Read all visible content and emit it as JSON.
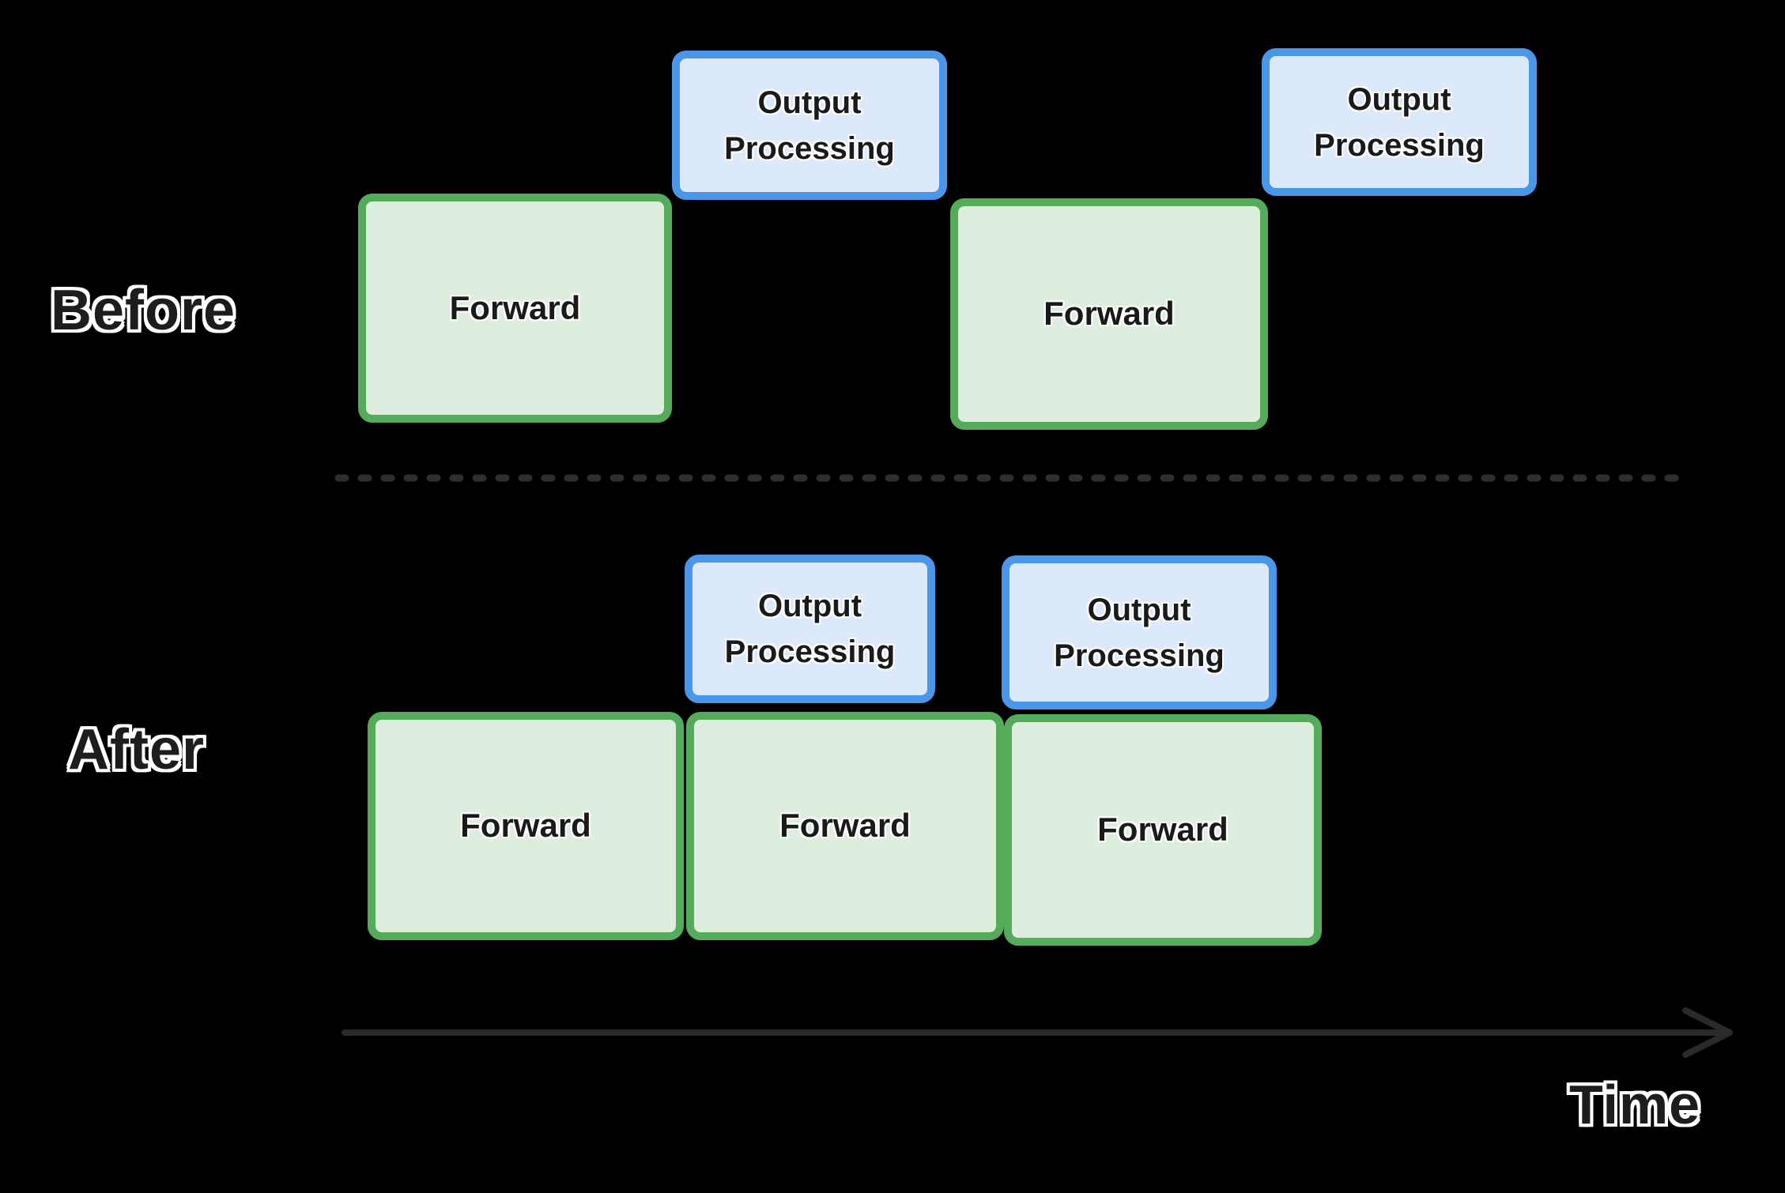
{
  "title": "Forward / Output Processing pipelining diagram",
  "colors": {
    "background": "#000000",
    "forward_fill": "#deeede",
    "forward_border": "#54ab5a",
    "output_fill": "#dce9fa",
    "output_border": "#4a96e8",
    "box_text": "#1a1a1a",
    "label_text": "#1d1d1d",
    "label_outline": "#ffffff",
    "divider_dash": "#2e2e2e",
    "arrow": "#2a2a2a"
  },
  "sections": {
    "before": {
      "label": "Before",
      "boxes": [
        {
          "type": "forward",
          "label": "Forward"
        },
        {
          "type": "output",
          "label": "Output Processing"
        },
        {
          "type": "forward",
          "label": "Forward"
        },
        {
          "type": "output",
          "label": "Output Processing"
        }
      ]
    },
    "after": {
      "label": "After",
      "boxes": [
        {
          "type": "output",
          "label": "Output Processing"
        },
        {
          "type": "output",
          "label": "Output Processing"
        },
        {
          "type": "forward",
          "label": "Forward"
        },
        {
          "type": "forward",
          "label": "Forward"
        },
        {
          "type": "forward",
          "label": "Forward"
        }
      ]
    }
  },
  "timeline": {
    "label": "Time"
  }
}
